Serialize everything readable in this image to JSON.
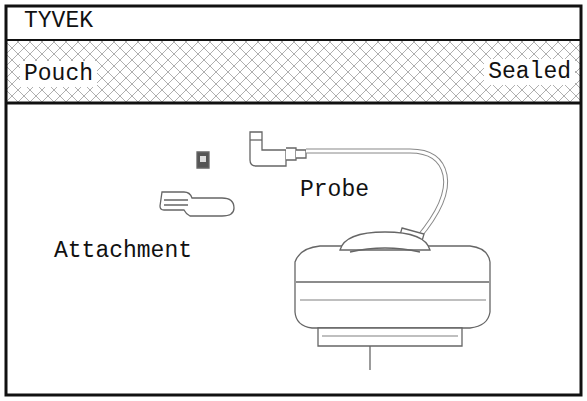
{
  "diagram": {
    "nodes": [
      {
        "text": [
          "TYVEK Pouch",
          "Sealed"
        ]
      }
    ],
    "labels": [
      "Probe",
      "Attachment"
    ]
  }
}
